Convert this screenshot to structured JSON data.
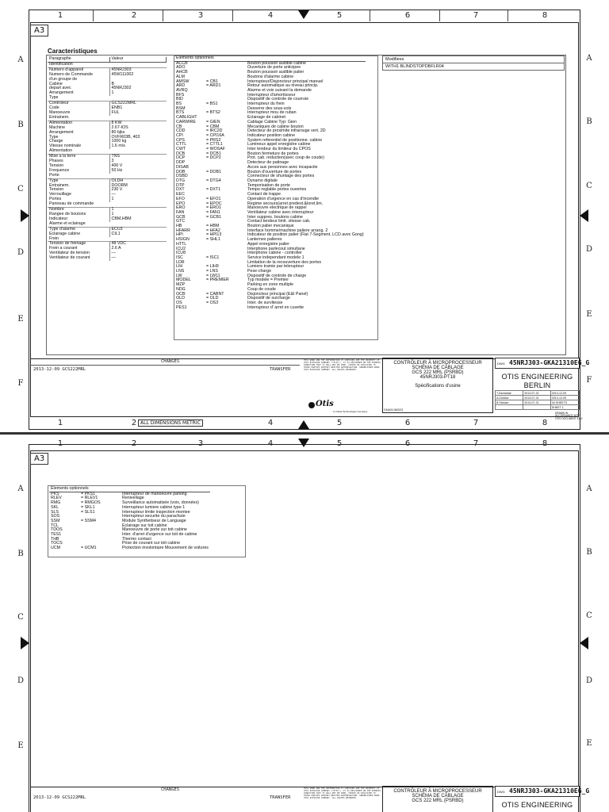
{
  "frame": {
    "columns": [
      "1",
      "2",
      "3",
      "4",
      "5",
      "6",
      "7",
      "8"
    ],
    "rows": [
      "A",
      "B",
      "C",
      "D",
      "E",
      "F"
    ],
    "size_label": "A3"
  },
  "sheet1": {
    "caption": "Caracteristiques",
    "param_headers": [
      "Paragraphe",
      "Valeur"
    ],
    "sections": [
      {
        "title": "Identification",
        "rows": [
          [
            "Numero d'appareil",
            "45NRJ303"
          ],
          [
            "Numero de Commande",
            "45W111002"
          ],
          [
            "d'un groupe de",
            ""
          ],
          [
            "Cabine",
            "B"
          ],
          [
            "depart avec",
            "45NRJ302"
          ],
          [
            "Arrangement",
            "1"
          ]
        ]
      },
      {
        "title": "Type",
        "rows": [
          [
            "Controleur",
            "GCS222MRL"
          ],
          [
            "Code",
            "ENB1"
          ],
          [
            "Manoeuvre",
            "FUL"
          ]
        ]
      },
      {
        "title": "Entrainem.",
        "rows": [
          [
            "Alimentation",
            "8 KW"
          ],
          [
            "Machine",
            "2.67-IOS"
          ],
          [
            "Arrangement",
            "80 bjks"
          ],
          [
            "Type",
            "OVFR03B, 403"
          ],
          [
            "Charge",
            "1000 kg"
          ],
          [
            "Vitesse nominale",
            "1.6 m/s"
          ]
        ]
      },
      {
        "title": "Alimentation",
        "rows": [
          [
            "Mise a la terre",
            "TNS"
          ],
          [
            "Phases",
            "3"
          ],
          [
            "Tension",
            "400 V"
          ],
          [
            "Frequence",
            "50 Hz"
          ]
        ]
      },
      {
        "title": "Porte",
        "rows": [
          [
            "Type",
            "OLDH"
          ],
          [
            "Entrainem.",
            "DOORM"
          ],
          [
            "Tension",
            "230 V"
          ],
          [
            "Verrouillage",
            "—"
          ],
          [
            "Portes",
            "1"
          ]
        ]
      },
      {
        "title": "Panneau de commande",
        "rows": [
          [
            "Nombre",
            "1"
          ],
          [
            "Rangee de boutons",
            "1"
          ],
          [
            "Indicateur",
            "CBM,HBM"
          ]
        ]
      },
      {
        "title": "Alarme et eclairage",
        "rows": [
          [
            "Type d'alarme",
            "ECU3"
          ],
          [
            "Eclairage cabine",
            "CIL1"
          ]
        ]
      },
      {
        "title": "Frein",
        "rows": [
          [
            "Tension de freinage",
            "48 VDC"
          ],
          [
            "Frein a courant",
            "2.6 A"
          ],
          [
            "Ventilateur de tension",
            "—"
          ],
          [
            "Ventilateur de courant",
            "—"
          ]
        ]
      }
    ],
    "options_header": "Elements optionnels",
    "options": [
      [
        "ACCB",
        "",
        "Bouton poussoir audible cabine"
      ],
      [
        "ADO",
        "",
        "Ouverture de porte anticipee"
      ],
      [
        "AHCB",
        "",
        "Bouton poussoir audible palier"
      ],
      [
        "ALM",
        "",
        "Boutons d'alarme cabine"
      ],
      [
        "AMSW",
        "= CB1",
        "Interrupteur/Disjoncteur principal manuel"
      ],
      [
        "ARD",
        "= ARD1",
        "Retour automatique au niveau princip."
      ],
      [
        "AVRQ",
        "",
        "Alarme et voix suivant la demande"
      ],
      [
        "BFS",
        "",
        "Interrupteur d'amortisseur"
      ],
      [
        "BID",
        "",
        "Dispositif de controle de courroie"
      ],
      [
        "BS",
        "= BS1",
        "Interrupteur du frein"
      ],
      [
        "BSM",
        "",
        "Desserre des sous-sols"
      ],
      [
        "BTS",
        "= BTS2",
        "Interrupteur mou de ruban"
      ],
      [
        "CABLIGHT",
        "",
        "Eclairage de cabinet"
      ],
      [
        "CARWIRE",
        "= GIEN",
        "Cablage Cabine Typ: Gien"
      ],
      [
        "CB",
        "= CBM",
        "Mecaniques de cabine bouton"
      ],
      [
        "CDD",
        "= IRC2D",
        "Detecteur de proximite infrarouge vert. 2D"
      ],
      [
        "CPI",
        "= CPI16A",
        "Indicateur position cabine"
      ],
      [
        "CPS",
        "= PRS2",
        "System referentiel de positionne. cabine"
      ],
      [
        "CTTL",
        "= CTTL1",
        "Lumineux appel enregistre cabine"
      ],
      [
        "CWT",
        "= WOSAF",
        "Inter tendeur du limiteur du CPOS"
      ],
      [
        "DCB",
        "= DCB1",
        "Bouton fermeture de portes"
      ],
      [
        "DCP",
        "= DCP2",
        "Prot. cab. reduction(avec coup de coude)"
      ],
      [
        "DDP",
        "",
        "Detecteur de patinage"
      ],
      [
        "DISAB",
        "",
        "Acces aux personnes avec incapacite"
      ],
      [
        "DOB",
        "= DOB1",
        "Bouton d'ouverture de portes"
      ],
      [
        "DSBD",
        "",
        "Connecteur de shuntage des portes"
      ],
      [
        "DTG",
        "= DTG4",
        "Dynamo digitale"
      ],
      [
        "DTP",
        "",
        "Temporisation de porte"
      ],
      [
        "DXT",
        "= DXT1",
        "Tempo reglable portes ouvertes"
      ],
      [
        "EEC",
        "",
        "Contact de trappe"
      ],
      [
        "EFO",
        "= EFO1",
        "Operation d'urgence en cas d'incendie"
      ],
      [
        "EPO",
        "= EPOC",
        "Regime secours(arret predest.&loret.lim."
      ],
      [
        "ERO",
        "= ERO1",
        "Manoeuvre electrique de rappel"
      ],
      [
        "FAN",
        "= FAN1",
        "Ventilateur cabine avec interrupteur"
      ],
      [
        "GCB",
        "= GCB1",
        "Inter suppres. boutons cabine"
      ],
      [
        "GTC",
        "",
        "Contact tendeur limit. vitesse cab."
      ],
      [
        "HB",
        "= HBM",
        "Bouton palier mecanique"
      ],
      [
        "HFARR",
        "= HFA2",
        "Interface homme/machine paliere arrang. 2"
      ],
      [
        "HPI",
        "= HPI13",
        "Indicateur de position palier (Flat 7-Segment, LCD avec Gong)"
      ],
      [
        "HSIGN",
        "= SHL1",
        "Lanternes palieres"
      ],
      [
        "HTTL",
        "",
        "Appel enregistre palier"
      ],
      [
        "ICU2",
        "",
        "Interphone parlecout simultane"
      ],
      [
        "ICU8",
        "",
        "Interphone cabine - controller"
      ],
      [
        "ISC",
        "= ISC1",
        "Service independant modele 1"
      ],
      [
        "LDR",
        "",
        "Limitation de la recouverture des portes"
      ],
      [
        "LIH",
        "= LIH9",
        "Lumiere tramie par telerupteur"
      ],
      [
        "LNS",
        "= LNS",
        "Pese-charge"
      ],
      [
        "LW",
        "= LW11",
        "Dispositif de controle de charge"
      ],
      [
        "MODEL",
        "= PREMIER",
        "Typ modele = Premier"
      ],
      [
        "MZP",
        "",
        "Parking en zone multiple"
      ],
      [
        "NDG",
        "",
        "Coup de coude"
      ],
      [
        "OCB",
        "= CABNT",
        "Disjoncteur principal (E&I Panel)"
      ],
      [
        "OLD",
        "= OLD",
        "Dispositif de surcharge"
      ],
      [
        "OS",
        "= OS3",
        "Inter. de survitesse"
      ],
      [
        "PES1",
        "",
        "Interrupteur d' arret en cuvette"
      ]
    ],
    "modifs": {
      "header": "Modifiees",
      "row": "WITH1 BLINDSTOPDBFLR04"
    },
    "strip": {
      "left_text": "2013-12-09  GCS222MRL",
      "changes": "CHANGES",
      "transfer": "TRANSFER",
      "legal": "THIS WORK AND THE INFORMATION IT CONTAINS ARE THE PROPERTY OF OTIS ELEVATOR COMPANY (\"OTIS\"). IT IS DELIVERED ON THE EXPRESS CONDITION THAT IT WILL NOT BE USED, COPIED OR DISCLOSED TO THIRD PARTIES WITHOUT WRITTEN AUTHORIZATION. UNPUBLISHED WORK. OTIS ELEVATOR COMPANY. ALL RIGHTS RESERVED.",
      "otis_logo": "Otis",
      "otis_sub": "A United Technologies Company"
    },
    "title": {
      "line1": "CONTRÔLEUR À MICROPROCESSEUR",
      "line2": "SCHÉMA DE CÂBLAGE",
      "line3": "GCS 222 MRL (PSRBD)",
      "line4": "45NRJ303-PT18",
      "line5": "Spécifications d'usine",
      "dwg_label": "DWG",
      "dwg_number": "45NRJ303-GKA21310EG_G",
      "company1": "OTIS ENGINEERING",
      "company2": "BERLIN",
      "bottom_ref": "GKA09-060023",
      "sig_rows": [
        [
          "T.Zachariae",
          "2013-07-31",
          "2013-12-09"
        ],
        [
          "A.Doldow",
          "2013-07-31",
          "2013-12-09"
        ],
        [
          "B.Stöcker",
          "2013-07-31",
          "34 SHEETS"
        ],
        [
          "",
          "",
          "SHEET 1"
        ]
      ],
      "note": "DRAWN IN ACCORDANCE WITH OTIS DOCUMENT 51x2"
    },
    "dim_label": "ALL DIMENSIONS METRIC"
  },
  "sheet2": {
    "options_header": "Elements optionnels",
    "options": [
      [
        "PKS",
        "= PKS1",
        "Interrupteur de manoeuvre parking"
      ],
      [
        "RLEV",
        "= RLEV1",
        "Renivellage"
      ],
      [
        "RMG",
        "= RMGOS",
        "Surveillance automatisée (voix, données)"
      ],
      [
        "SKL",
        "= SKL1",
        "Interrupteur lumiere cabine type 1"
      ],
      [
        "SLS",
        "= SLS1",
        "Interrupteur limite inspection montee"
      ],
      [
        "SOS",
        "",
        "Interrupteur securite du parachute"
      ],
      [
        "SSM",
        "= SSM4",
        "Module Synthetiseur de Language"
      ],
      [
        "TCL",
        "",
        "Eclairage sur toit cabine"
      ],
      [
        "TDOS",
        "",
        "Manoeuvre de porte sur toit cabine"
      ],
      [
        "TES1",
        "",
        "Inter. d'arret d'urgence sur toit de cabine"
      ],
      [
        "THB",
        "",
        "Thermo contact"
      ],
      [
        "TOCS",
        "",
        "Prise de courant sur toit cabine"
      ],
      [
        "UCM",
        "= UCM1",
        "Protection involontaire Mouvement de voitures"
      ]
    ],
    "strip": {
      "left_text": "2013-12-09  GCS222MRL",
      "changes": "CHANGES",
      "transfer": "TRANSFER"
    },
    "title": {
      "line1": "CONTRÔLEUR À MICROPROCESSEUR",
      "line2": "SCHÉMA DE CÂBLAGE",
      "line3": "GCS 222 MRL (PSRBD)",
      "dwg_label": "DWG",
      "dwg_number": "45NRJ303-GKA21310EG_G",
      "company1": "OTIS ENGINEERING"
    }
  }
}
